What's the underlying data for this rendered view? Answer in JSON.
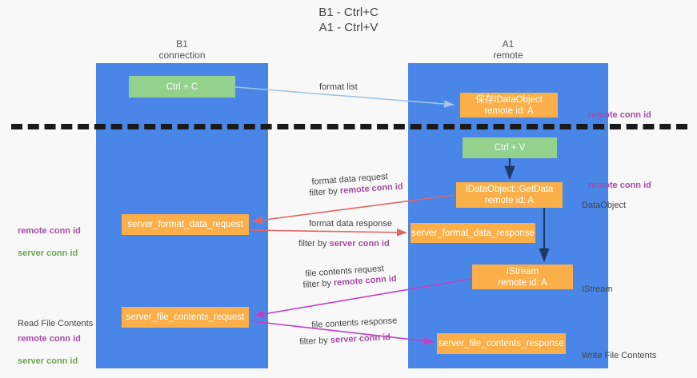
{
  "title": "B1 - Ctrl+C\nA1 - Ctrl+V",
  "columns": {
    "left": {
      "name": "B1",
      "role": "connection",
      "header": "B1\nconnection"
    },
    "right": {
      "name": "A1",
      "role": "remote",
      "header": "A1\nremote"
    }
  },
  "nodes": {
    "ctrl_c": {
      "label": "Ctrl + C",
      "color": "#93d18d",
      "column": "B1"
    },
    "save_dataobject": {
      "label": "保存IDataObject\nremote id: A",
      "color": "#fbaf49",
      "column": "A1"
    },
    "ctrl_v": {
      "label": "Ctrl + V",
      "color": "#93d18d",
      "column": "A1"
    },
    "getdata": {
      "label": "IDataObject::GetData\nremote id: A",
      "color": "#fbaf49",
      "column": "A1"
    },
    "server_format_data_request": {
      "label": "server_format_data_request",
      "color": "#fbaf49",
      "column": "B1"
    },
    "server_format_data_response": {
      "label": "server_format_data_response",
      "color": "#fbaf49",
      "column": "A1"
    },
    "istream": {
      "label": "IStream\nremote id: A",
      "color": "#fbaf49",
      "column": "A1"
    },
    "server_file_contents_request": {
      "label": "server_file_contents_request",
      "color": "#fbaf49",
      "column": "B1"
    },
    "server_file_contents_response": {
      "label": "server_file_contents_response",
      "color": "#fbaf49",
      "column": "A1"
    }
  },
  "edges": {
    "format_list": {
      "label": "format list",
      "color": "#9fc5e8"
    },
    "format_data_request": {
      "label": "format data request",
      "filter_prefix": "filter by ",
      "filter_key": "remote conn id",
      "color": "#e06666"
    },
    "format_data_response": {
      "label": "format data response",
      "filter_prefix": "filter by ",
      "filter_key": "server conn id",
      "color": "#e06666"
    },
    "file_contents_request": {
      "label": "file contents request",
      "filter_prefix": "filter by ",
      "filter_key": "remote conn id",
      "color": "#c140c1"
    },
    "file_contents_response": {
      "label": "file contents response",
      "filter_prefix": "filter by ",
      "filter_key": "server conn id",
      "color": "#c140c1"
    }
  },
  "annotations": {
    "left_conn_ids": {
      "remote": "remote conn id",
      "server": "server conn id"
    },
    "left_read_file": "Read File Contents",
    "left_conn_ids_2": {
      "remote": "remote conn id",
      "server": "server conn id"
    },
    "right_remote_conn_top": "remote conn id",
    "right_remote_conn_mid": "remote conn id",
    "right_dataobject": "DataObject",
    "right_istream": "IStream",
    "right_write_file": "Write File Contents"
  },
  "colors": {
    "lane": "#4a86e8",
    "green_node": "#93d18d",
    "orange_node": "#fbaf49",
    "background": "#f8f8f8",
    "divider": "#1a1a1a",
    "remote_conn_id": "#a64ca6",
    "server_conn_id": "#6aa84f",
    "arrow_blue": "#9fc5e8",
    "arrow_red": "#e06666",
    "arrow_magenta": "#c140c1",
    "arrow_navy": "#1f3864"
  }
}
